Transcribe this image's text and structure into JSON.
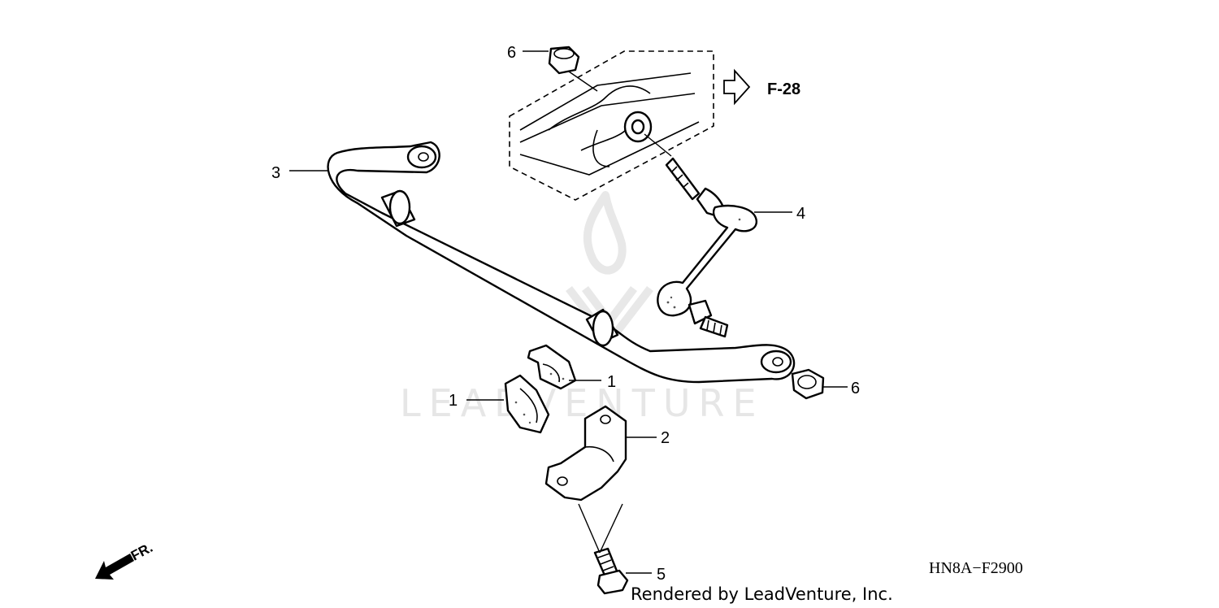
{
  "diagram": {
    "callouts": {
      "c1a": "1",
      "c1b": "1",
      "c2": "2",
      "c3": "3",
      "c4": "4",
      "c5": "5",
      "c6a": "6",
      "c6b": "6"
    },
    "ref_label": "F-28",
    "front_label": "FR.",
    "diagram_code": "HN8A−F2900",
    "credit": "Rendered by LeadVenture, Inc.",
    "watermark": "LEADVENTURE"
  }
}
